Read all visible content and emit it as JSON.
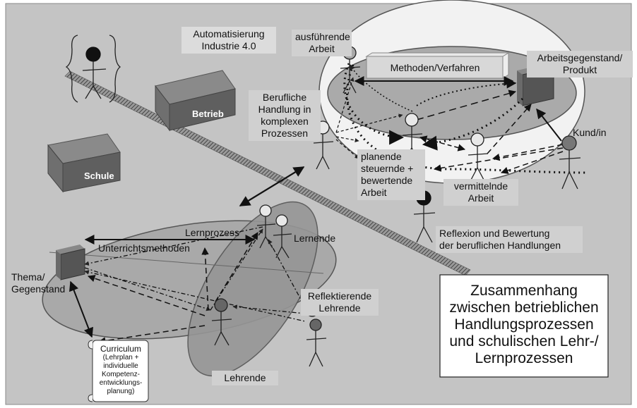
{
  "labels": {
    "automation": [
      "Automatisierung",
      "Industrie 4.0"
    ],
    "betrieb": "Betrieb",
    "schule": "Schule",
    "executive_work": [
      "ausführende",
      "Arbeit"
    ],
    "methods": "Methoden/Verfahren",
    "work_object": [
      "Arbeitsgegenstand/",
      "Produkt"
    ],
    "professional_action": [
      "Berufliche",
      "Handlung in",
      "komplexen",
      "Prozessen"
    ],
    "customer": "Kund/in",
    "planning_work": [
      "planende",
      "steuernde +",
      "bewertende",
      "Arbeit"
    ],
    "mediating_work": [
      "vermittelnde",
      "Arbeit"
    ],
    "reflection": [
      "Reflexion und Bewertung",
      "der beruflichen Handlungen"
    ],
    "learning_process": "Lernprozess",
    "teaching_methods": "Unterrichtsmethoden",
    "learners": "Lernende",
    "topic": [
      "Thema/",
      "Gegenstand"
    ],
    "reflecting_teachers": [
      "Reflektierende",
      "Lehrende"
    ],
    "teachers": "Lehrende",
    "curriculum_title": "Curriculum",
    "curriculum_detail": [
      "(Lehrplan +",
      "individuelle",
      "Kompetenz-",
      "entwicklungs-",
      "planung)"
    ],
    "summary": [
      "Zusammenhang",
      "zwischen betrieblichen",
      "Handlungsprozessen",
      "und schulischen Lehr-/",
      "Lernprozessen"
    ]
  }
}
